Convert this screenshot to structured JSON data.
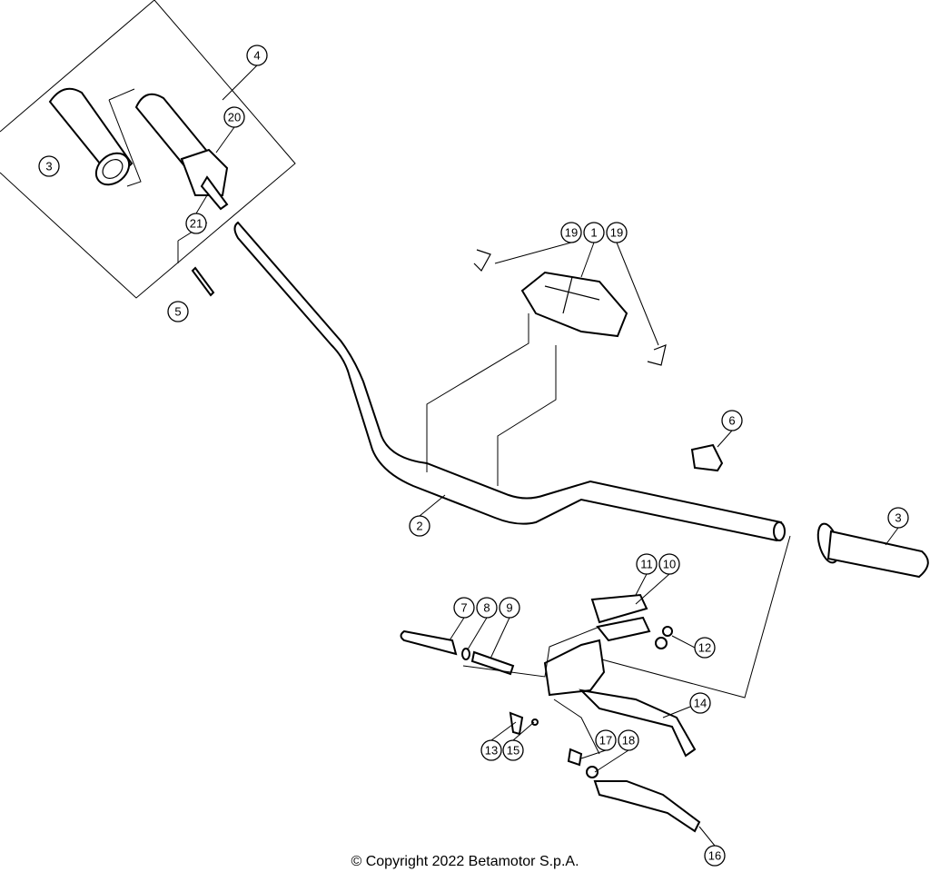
{
  "diagram": {
    "callouts": [
      {
        "label": "4"
      },
      {
        "label": "20"
      },
      {
        "label": "3"
      },
      {
        "label": "21"
      },
      {
        "label": "5"
      },
      {
        "label": "19"
      },
      {
        "label": "1"
      },
      {
        "label": "19"
      },
      {
        "label": "6"
      },
      {
        "label": "2"
      },
      {
        "label": "3"
      },
      {
        "label": "11"
      },
      {
        "label": "10"
      },
      {
        "label": "7"
      },
      {
        "label": "8"
      },
      {
        "label": "9"
      },
      {
        "label": "12"
      },
      {
        "label": "14"
      },
      {
        "label": "13"
      },
      {
        "label": "15"
      },
      {
        "label": "17"
      },
      {
        "label": "18"
      },
      {
        "label": "16"
      }
    ]
  },
  "footer": {
    "copyright": "© Copyright 2022 Betamotor S.p.A."
  }
}
